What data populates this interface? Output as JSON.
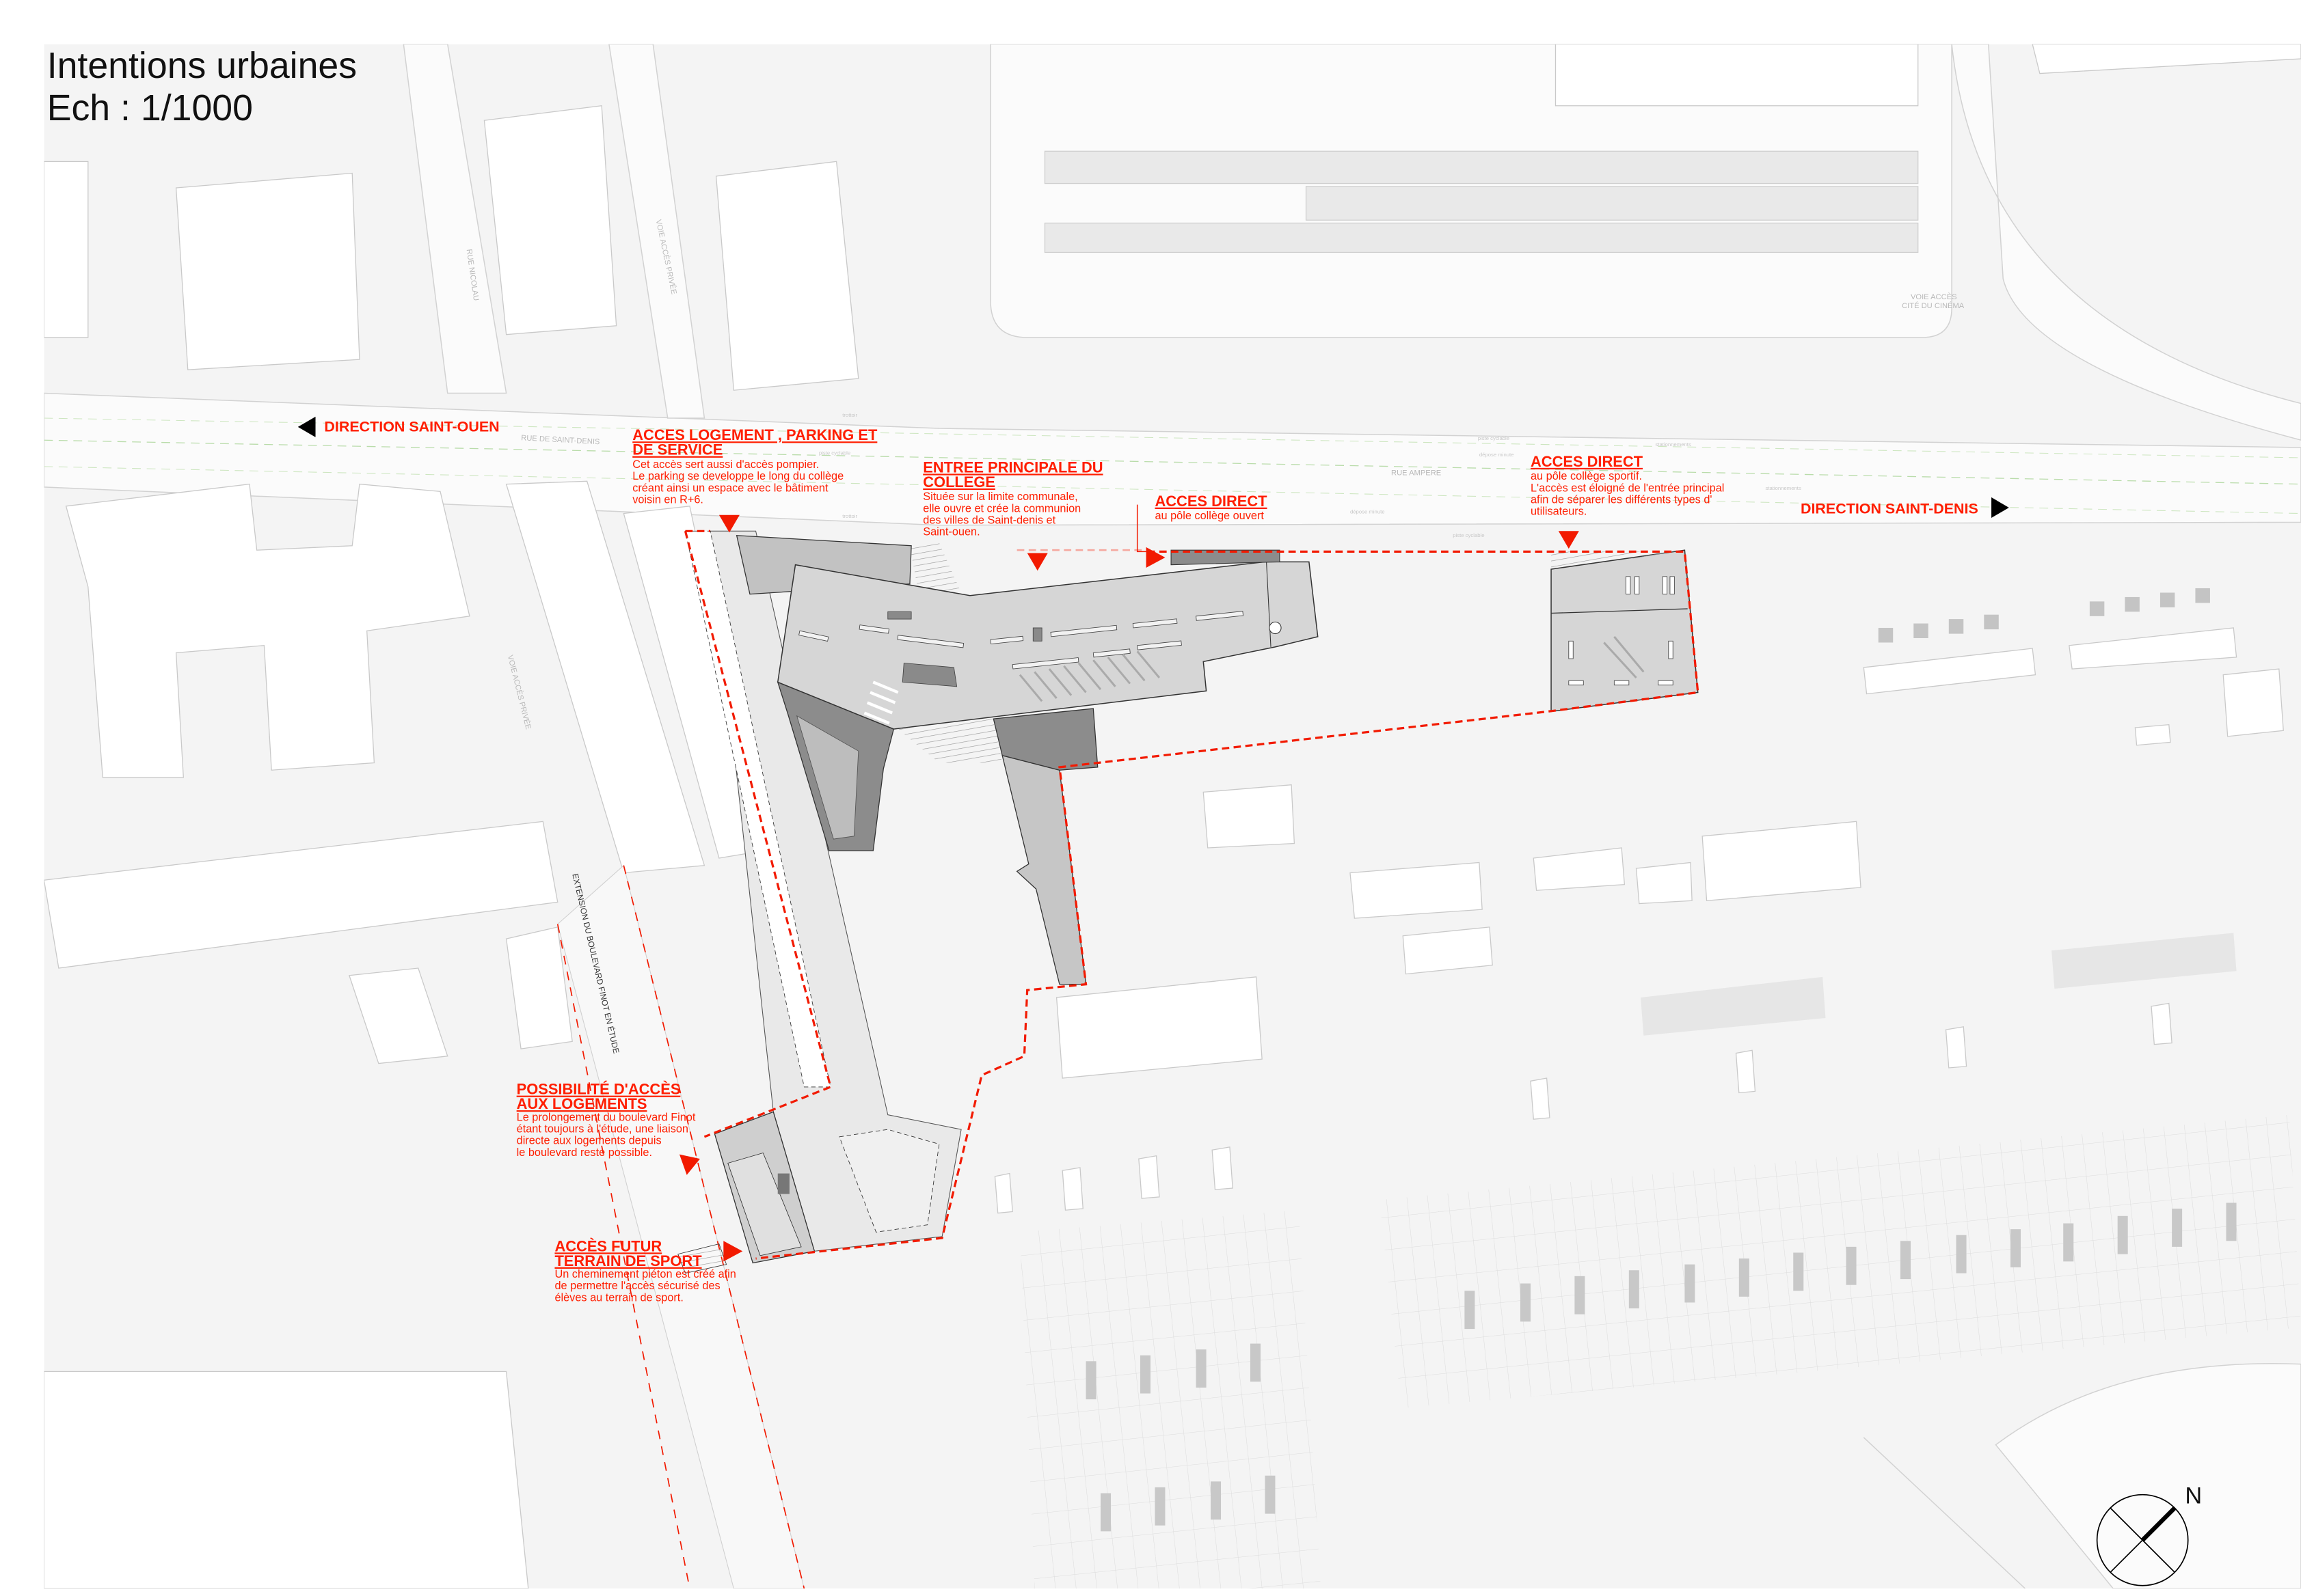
{
  "title": {
    "line1": "Intentions urbaines",
    "line2": "Ech : 1/1000"
  },
  "directions": {
    "west": "DIRECTION SAINT-OUEN",
    "east": "DIRECTION SAINT-DENIS"
  },
  "streets": {
    "rue_nicolau": "RUE NICOLAU",
    "voie_privee_1": "VOIE ACCÈS PRIVÉE",
    "voie_privee_2": "VOIE ACCÈS PRIVÉE",
    "rue_saint_denis": "RUE DE SAINT-DENIS",
    "rue_ampere": "RUE AMPERE",
    "cite_cinema_1": "VOIE ACCÈS",
    "cite_cinema_2": "CITÉ DU CINÉMA",
    "finot": "EXTENSION DU BOULEVARD FINOT EN ÉTUDE",
    "trottoir_1": "trottoir",
    "trottoir_2": "trottoir",
    "piste_1": "piste cyclable",
    "piste_2": "piste cyclable",
    "piste_3": "piste cyclable",
    "depose_1": "dépose minute",
    "depose_2": "dépose minute",
    "stationnements_1": "stationnements",
    "stationnements_2": "stationnements"
  },
  "annotations": {
    "logement": {
      "title": [
        "ACCES LOGEMENT , PARKING ET",
        "DE SERVICE"
      ],
      "body": [
        "Cet accès sert aussi d'accès pompier.",
        "Le parking se developpe le long du collège",
        "créant ainsi un espace avec le bâtiment",
        "voisin en R+6."
      ]
    },
    "entree": {
      "title": [
        "ENTREE PRINCIPALE DU",
        "COLLEGE"
      ],
      "body": [
        "Située sur la limite communale,",
        "elle ouvre et crée la communion",
        "des villes de Saint-denis et",
        "Saint-ouen."
      ]
    },
    "direct1": {
      "title": [
        "ACCES DIRECT"
      ],
      "body": [
        "au pôle collège ouvert"
      ]
    },
    "direct2": {
      "title": [
        "ACCES DIRECT"
      ],
      "body": [
        "au pôle collège sportif.",
        "L'accès est éloigné de l'entrée principal",
        "afin de séparer les différents types d'",
        "utilisateurs."
      ]
    },
    "possibilite": {
      "title": [
        "POSSIBILITÉ D'ACCÈS",
        "AUX LOGEMENTS"
      ],
      "body": [
        "Le prolongement du boulevard Finot",
        "étant toujours à l'étude, une liaison",
        "directe aux logements depuis",
        "le boulevard reste possible."
      ]
    },
    "futur": {
      "title": [
        "ACCÈS FUTUR",
        "TERRAIN DE SPORT"
      ],
      "body": [
        "Un cheminement piéton est créé afin",
        "de permettre l'accès sécurisé des",
        "élèves au terrain de sport."
      ]
    }
  },
  "north": {
    "label": "N"
  },
  "colors": {
    "accent": "#f21a00",
    "roof": "#d6d6d6",
    "roof_dark": "#8c8c8c",
    "ground": "#f4f4f4"
  }
}
